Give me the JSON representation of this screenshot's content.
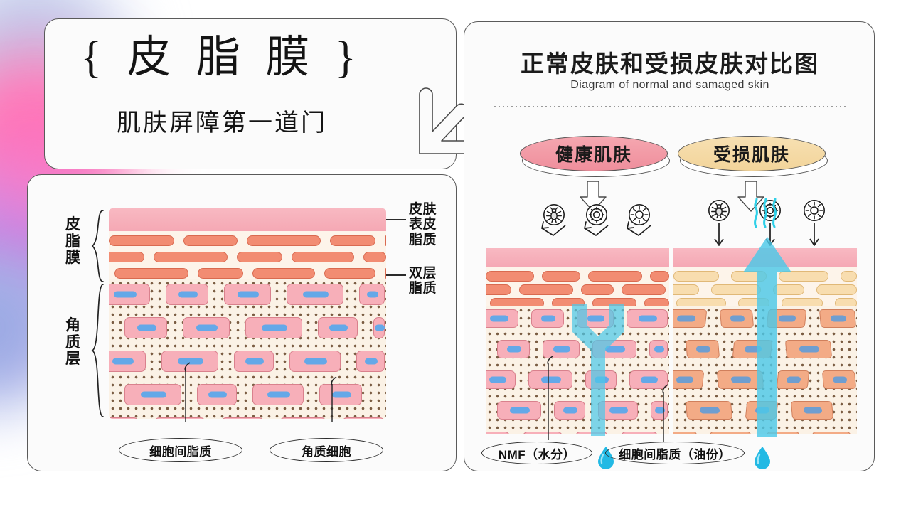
{
  "header": {
    "title_main": "{ 皮 脂 膜 }",
    "title_sub": "肌肤屏障第一道门",
    "arrow_icon": "arrow-down-left-icon"
  },
  "right_panel": {
    "title": "正常皮肤和受损皮肤对比图",
    "subtitle": "Diagram of normal and samaged skin",
    "pills": [
      {
        "label": "健康肌肤",
        "color": "#ef8e9c",
        "kind": "healthy"
      },
      {
        "label": "受损肌肤",
        "color": "#f2d49a",
        "kind": "damaged"
      }
    ],
    "threat_icons": [
      {
        "name": "mite-icon",
        "side": "healthy",
        "direction": "deflected"
      },
      {
        "name": "gear-icon",
        "side": "healthy",
        "direction": "deflected"
      },
      {
        "name": "sun-icon",
        "side": "healthy",
        "direction": "deflected"
      },
      {
        "name": "mite-icon",
        "side": "damaged",
        "direction": "penetrating"
      },
      {
        "name": "gear-icon",
        "side": "damaged",
        "direction": "penetrating"
      },
      {
        "name": "sun-icon",
        "side": "damaged",
        "direction": "penetrating"
      }
    ],
    "moisture": {
      "healthy_channel": "y-shaped-moisture-channel",
      "damaged_arrow": "moisture-loss-up-arrow",
      "evaporation_icon": "evaporation-waves-icon",
      "droplet_icon": "water-droplet-icon"
    },
    "callouts": [
      {
        "label": "NMF（水分）",
        "target": "nmf-water"
      },
      {
        "label": "细胞间脂质（油份）",
        "target": "intercellular-lipid-oil"
      }
    ]
  },
  "left_panel": {
    "brace_labels": [
      {
        "label": "皮脂膜",
        "chars": [
          "皮",
          "脂",
          "膜"
        ]
      },
      {
        "label": "角质层",
        "chars": [
          "角",
          "质",
          "层"
        ]
      }
    ],
    "side_labels": [
      {
        "label": "皮肤表皮脂质",
        "lines": [
          "皮肤",
          "表皮",
          "脂质"
        ]
      },
      {
        "label": "双层脂质",
        "lines": [
          "双层",
          "脂质"
        ]
      }
    ],
    "callouts": [
      {
        "label": "细胞间脂质",
        "target": "intercellular-lipid"
      },
      {
        "label": "角质细胞",
        "target": "corneocyte"
      }
    ]
  },
  "palette": {
    "skin_pink": "#f5a8b4",
    "lipid_orange": "#f28c72",
    "lipid_cream": "#f8ddaf",
    "cell_pink": "#f7afb9",
    "cell_tan": "#f3ab86",
    "nucleus_blue": "#64a8e8",
    "moisture_cyan": "#4cc8e8",
    "card_border": "#5a5a5a"
  }
}
